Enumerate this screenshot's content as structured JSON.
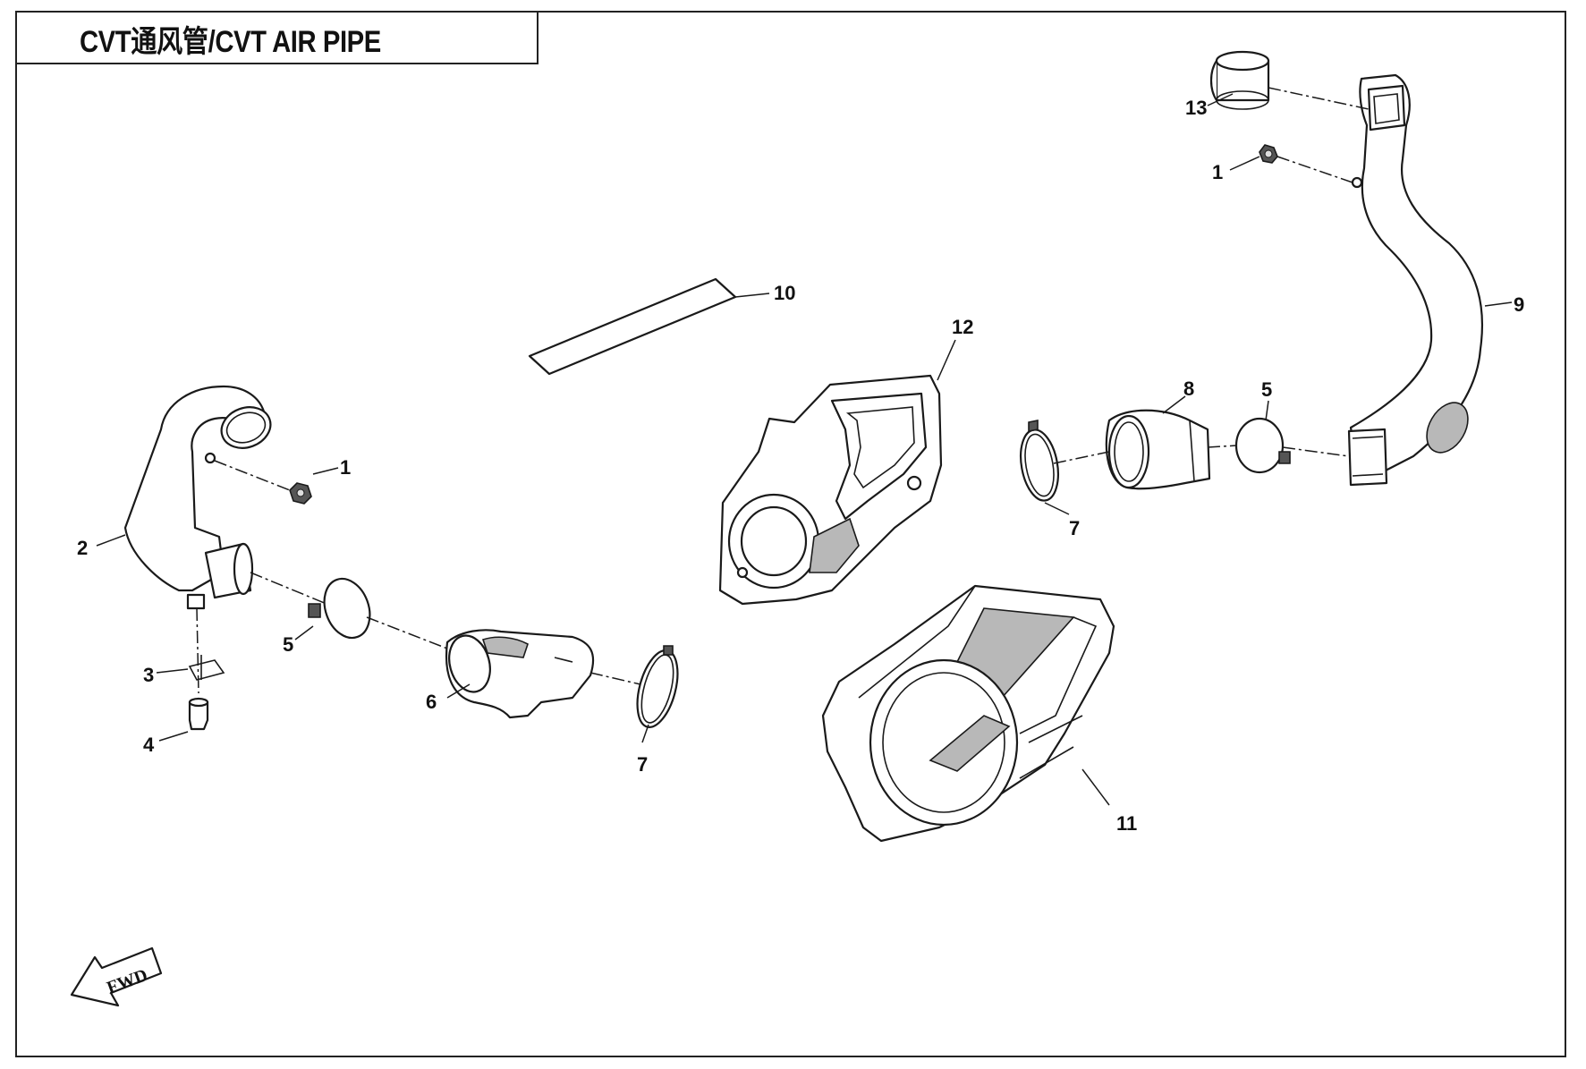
{
  "title": "CVT通风管/CVT AIR PIPE",
  "fwd_label": "FWD",
  "callouts": [
    {
      "key": "c13",
      "label": "13"
    },
    {
      "key": "c1a",
      "label": "1"
    },
    {
      "key": "c9",
      "label": "9"
    },
    {
      "key": "c10",
      "label": "10"
    },
    {
      "key": "c12",
      "label": "12"
    },
    {
      "key": "c8",
      "label": "8"
    },
    {
      "key": "c5a",
      "label": "5"
    },
    {
      "key": "c7a",
      "label": "7"
    },
    {
      "key": "c1b",
      "label": "1"
    },
    {
      "key": "c2",
      "label": "2"
    },
    {
      "key": "c5b",
      "label": "5"
    },
    {
      "key": "c3",
      "label": "3"
    },
    {
      "key": "c6",
      "label": "6"
    },
    {
      "key": "c7b",
      "label": "7"
    },
    {
      "key": "c4",
      "label": "4"
    },
    {
      "key": "c11",
      "label": "11"
    }
  ]
}
